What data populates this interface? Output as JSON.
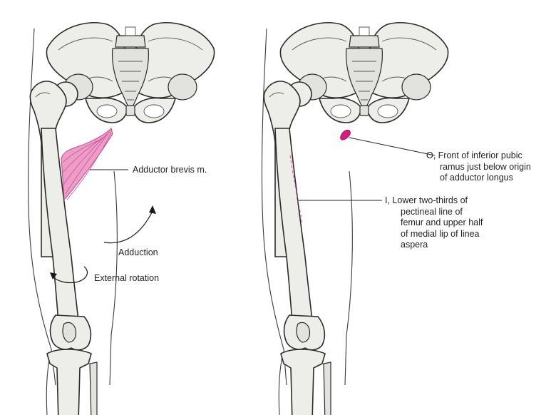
{
  "colors": {
    "bone_fill": "#ededea",
    "outline": "#2b2b2b",
    "muscle": "#e87fb5",
    "attachment_mark": "#c2185b",
    "text": "#231f20"
  },
  "left_figure": {
    "muscle_label": "Adductor brevis m.",
    "action_adduction": "Adduction",
    "action_rotation": "External rotation"
  },
  "right_figure": {
    "origin_label": [
      "O, Front of inferior pubic",
      "ramus just below origin",
      "of adductor longus"
    ],
    "insertion_label": [
      "I, Lower two-thirds of",
      "pectineal line of",
      "femur and upper half",
      "of medial lip of linea",
      "aspera"
    ]
  }
}
